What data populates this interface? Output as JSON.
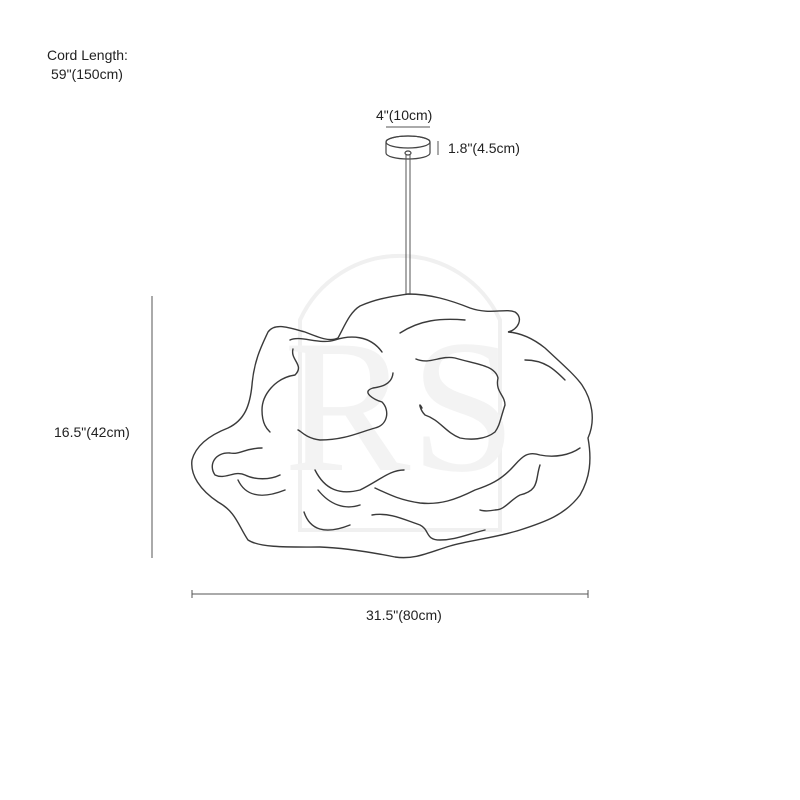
{
  "cord": {
    "label": "Cord Length:",
    "value": "59\"(150cm)"
  },
  "canopy": {
    "width": "4\"(10cm)",
    "height": "1.8\"(4.5cm)"
  },
  "lamp": {
    "height": "16.5\"(42cm)",
    "width": "31.5\"(80cm)"
  },
  "watermark": {
    "text": "RS"
  },
  "colors": {
    "line": "#3a3a3a",
    "dim": "#555555",
    "watermark": "#f0f0f0"
  }
}
